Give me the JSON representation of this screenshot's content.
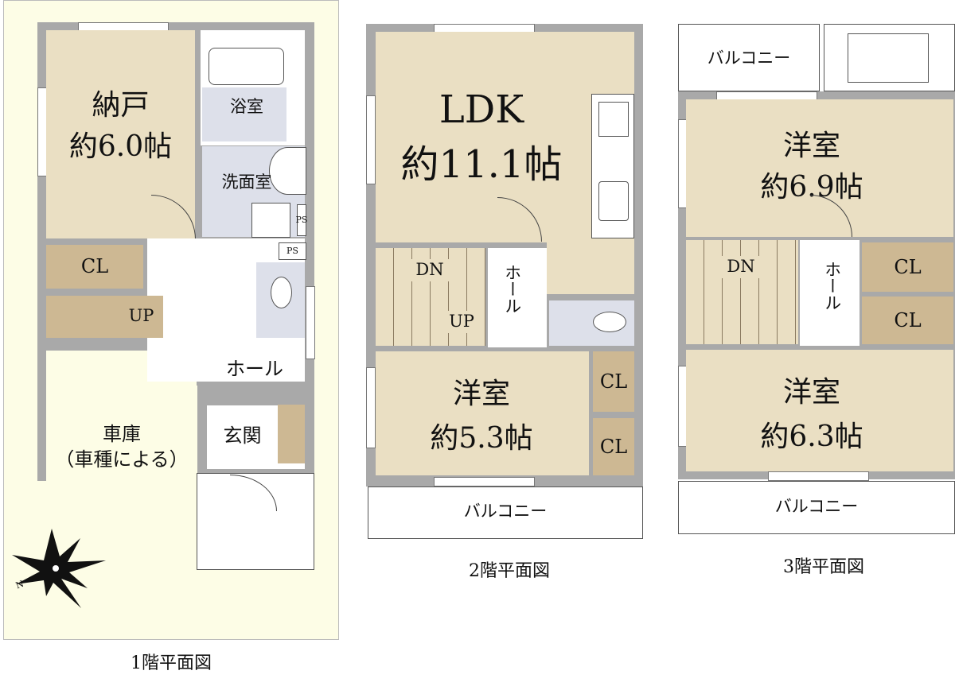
{
  "floor1": {
    "caption": "1階平面図",
    "storage_room": {
      "name": "納戸",
      "size": "約6.0帖"
    },
    "bathroom": "浴室",
    "washroom": "洗面室",
    "closet": "CL",
    "stairs_up": "UP",
    "hall": "ホール",
    "entrance": "玄関",
    "garage": {
      "name": "車庫",
      "note": "（車種による）"
    },
    "ps_labels": [
      "PS",
      "PS"
    ],
    "compass_mark": "N"
  },
  "floor2": {
    "caption": "2階平面図",
    "ldk": {
      "name": "LDK",
      "size": "約11.1帖"
    },
    "stairs_down": "DN",
    "stairs_up": "UP",
    "hall": "ホール",
    "western_room": {
      "name": "洋室",
      "size": "約5.3帖"
    },
    "closets": [
      "CL",
      "CL"
    ],
    "balcony": "バルコニー"
  },
  "floor3": {
    "caption": "3階平面図",
    "balcony_top": "バルコニー",
    "western_room_1": {
      "name": "洋室",
      "size": "約6.9帖"
    },
    "stairs_down": "DN",
    "hall": "ホール",
    "closets": [
      "CL",
      "CL"
    ],
    "western_room_2": {
      "name": "洋室",
      "size": "約6.3帖"
    },
    "balcony": "バルコニー"
  }
}
